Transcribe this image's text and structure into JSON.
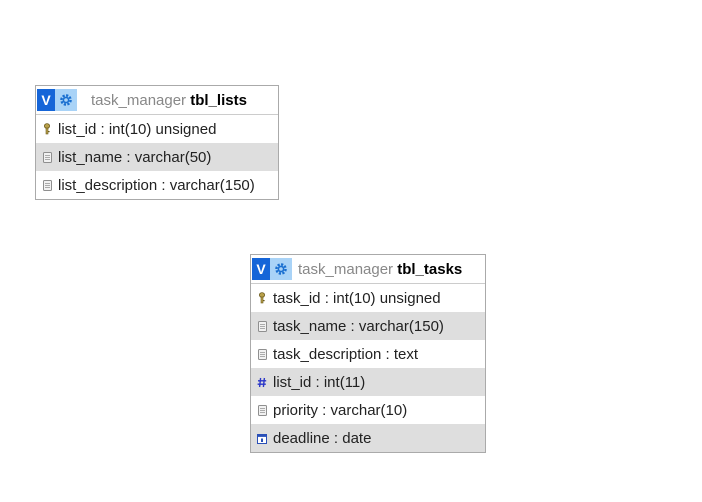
{
  "tables": [
    {
      "db": "task_manager",
      "name": "tbl_lists",
      "toggle_label": "V",
      "columns": [
        {
          "text": "list_id : int(10) unsigned",
          "icon": "key-icon"
        },
        {
          "text": "list_name : varchar(50)",
          "icon": "text-column-icon"
        },
        {
          "text": "list_description : varchar(150)",
          "icon": "text-column-icon"
        }
      ]
    },
    {
      "db": "task_manager",
      "name": "tbl_tasks",
      "toggle_label": "V",
      "columns": [
        {
          "text": "task_id : int(10) unsigned",
          "icon": "key-icon"
        },
        {
          "text": "task_name : varchar(150)",
          "icon": "text-column-icon"
        },
        {
          "text": "task_description : text",
          "icon": "text-column-icon"
        },
        {
          "text": "list_id : int(11)",
          "icon": "number-column-icon"
        },
        {
          "text": "priority : varchar(10)",
          "icon": "text-column-icon"
        },
        {
          "text": "deadline : date",
          "icon": "date-column-icon"
        }
      ]
    }
  ],
  "colors": {
    "toggle_bg": "#1565d8",
    "settings_bg": "#a9d3f7",
    "row_alt": "#dedede",
    "db_name": "#888888"
  }
}
